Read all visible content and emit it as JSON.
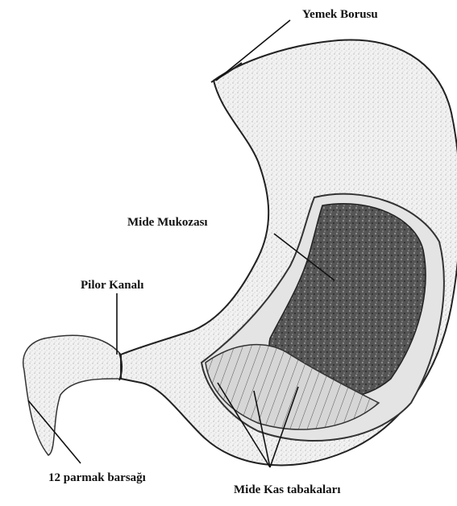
{
  "labels": {
    "esophagus": "Yemek Borusu",
    "mucosa": "Mide Mukozası",
    "pyloric_canal": "Pilor Kanalı",
    "duodenum": "12 parmak barsağı",
    "muscle_layers": "Mide Kas tabakaları"
  },
  "colors": {
    "ink": "#111111",
    "wall_fill": "#eeeeee",
    "mucosa_dark": "#3a3a3a",
    "mucosa_mid": "#6a6a6a",
    "muscle_fill": "#bdbdbd"
  }
}
